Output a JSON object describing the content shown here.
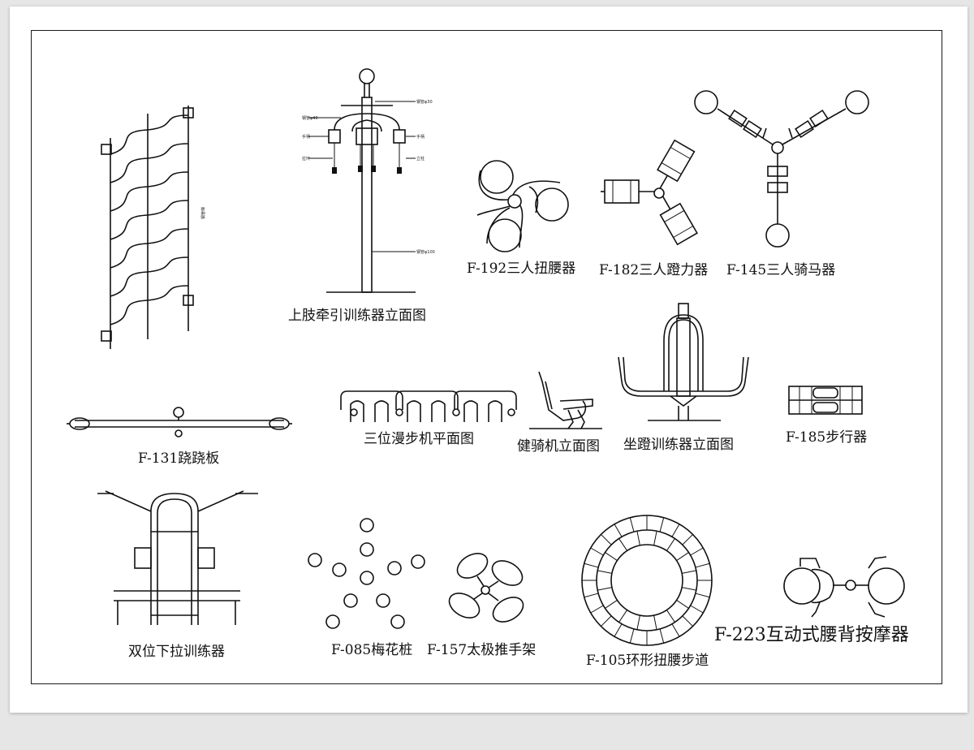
{
  "labels": {
    "ladder": "",
    "pull_up_elevation": "上肢牵引训练器立面图",
    "f192": "F-192三人扭腰器",
    "f182": "F-182三人蹬力器",
    "f145": "F-145三人骑马器",
    "seesaw": "F-131跷跷板",
    "walker_plan": "三位漫步机平面图",
    "rider_elev": "健骑机立面图",
    "seated_push_elev": "坐蹬训练器立面图",
    "f185": "F-185步行器",
    "double_pulldown": "双位下拉训练器",
    "f085": "F-085梅花桩",
    "f157": "F-157太极推手架",
    "f105": "F-105环形扭腰步道",
    "f223": "F-223互动式腰背按摩器"
  },
  "annotations": {
    "a1": "钢管φ30",
    "a2": "钢管φ40",
    "a3": "手柄",
    "a4": "拉环",
    "a5": "钢管φ100",
    "a6": "手柄",
    "a7": "立柱",
    "ladder_note": "钢管梯"
  }
}
